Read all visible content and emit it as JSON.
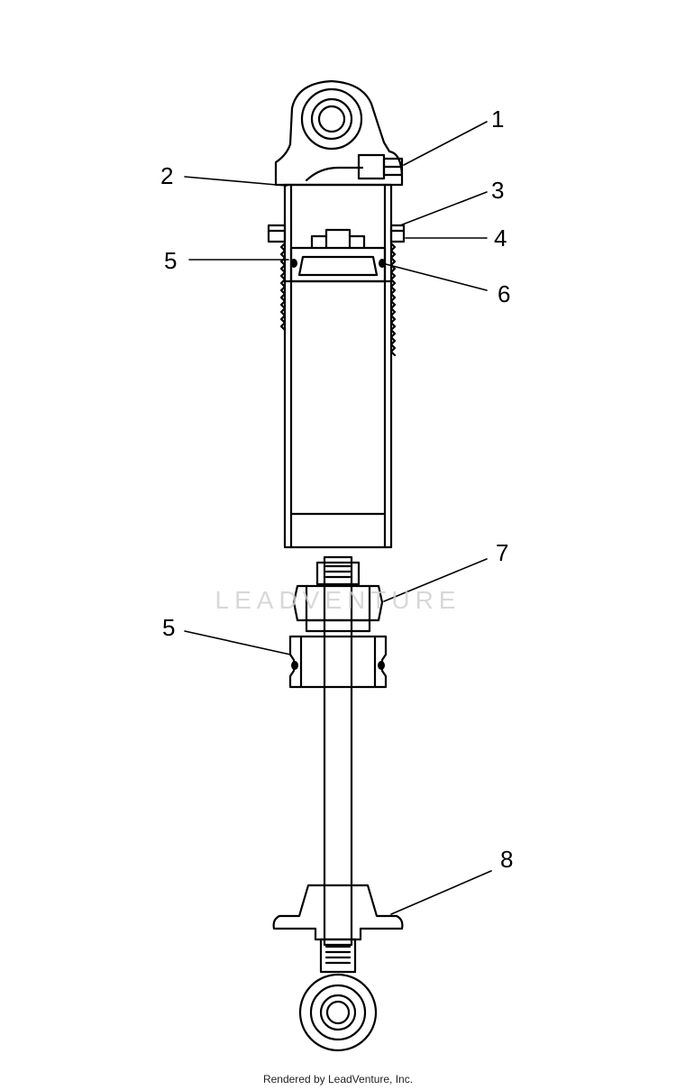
{
  "diagram": {
    "callouts": [
      {
        "id": "c1",
        "label": "1"
      },
      {
        "id": "c2",
        "label": "2"
      },
      {
        "id": "c3",
        "label": "3"
      },
      {
        "id": "c4",
        "label": "4"
      },
      {
        "id": "c5a",
        "label": "5"
      },
      {
        "id": "c6",
        "label": "6"
      },
      {
        "id": "c7",
        "label": "7"
      },
      {
        "id": "c5b",
        "label": "5"
      },
      {
        "id": "c8",
        "label": "8"
      }
    ]
  },
  "watermark": "LEADVENTURE",
  "footer": "Rendered by LeadVenture, Inc."
}
